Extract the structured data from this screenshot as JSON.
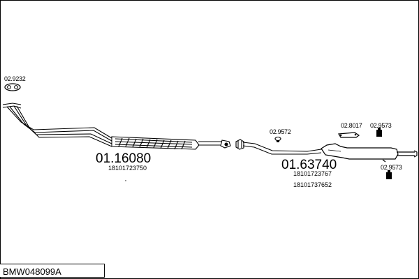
{
  "part_code": "BMW048099A",
  "labels": {
    "gasket_front": "02.9232",
    "front_pipe": "01.16080",
    "front_pipe_oe": "18101723750",
    "clamp": "02.9572",
    "rear_silencer": "01.63740",
    "rear_silencer_oe_1": "18101723767",
    "rear_silencer_oe_2": "18101737652",
    "mount_strip": "02.8017",
    "rubber_mount_top": "02.9573",
    "rubber_mount_bottom": "02.9573"
  }
}
